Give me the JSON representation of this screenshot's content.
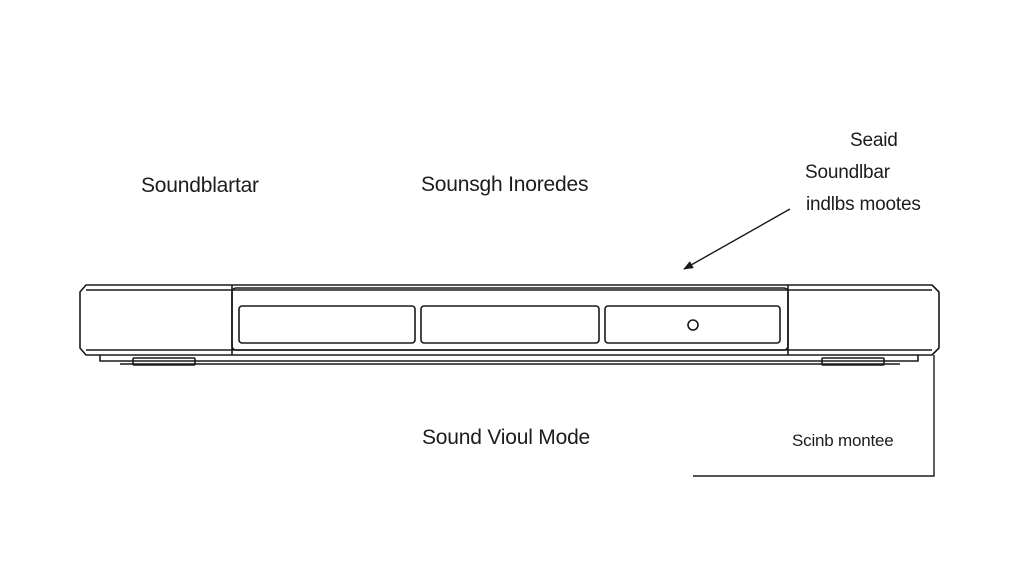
{
  "labels": {
    "top_left": "Soundblartar",
    "top_center": "Sounsgh Inoredes",
    "top_right_line1": "Seaid",
    "top_right_line2": "Soundlbar",
    "top_right_line3": "indlbs mootes",
    "bottom_center": "Sound Vioul Mode",
    "bottom_right": "Scinb montee"
  },
  "colors": {
    "stroke": "#1a1a1a",
    "background": "#ffffff"
  }
}
